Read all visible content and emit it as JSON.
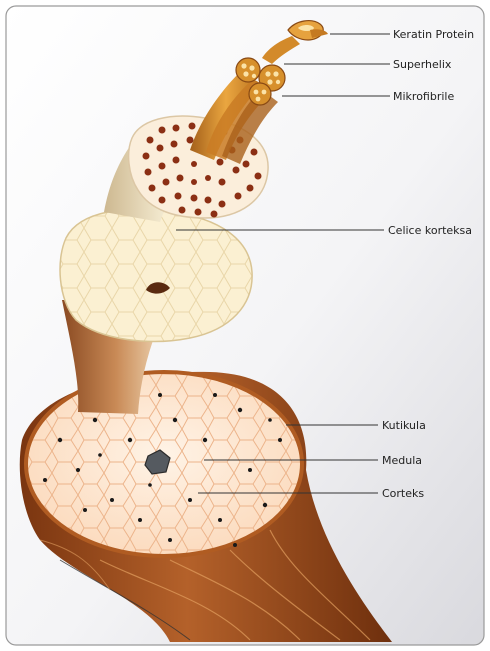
{
  "diagram": {
    "labels": {
      "keratin_protein": "Keratin Protein",
      "superhelix": "Superhelix",
      "mikrofibrile": "Mikrofibrile",
      "celice_korteksa": "Celice korteksa",
      "kutikula": "Kutikula",
      "medula": "Medula",
      "korteks": "Corteks"
    },
    "colors": {
      "hair_brown": "#a0521f",
      "hair_dark": "#6b2e0c",
      "cell_fill": "#fde8d3",
      "cell_line": "#e6a777",
      "cortex_cream": "#fbf1d6",
      "fibril_gold": "#d88e2a",
      "dot_dark": "#7a2a10"
    }
  }
}
